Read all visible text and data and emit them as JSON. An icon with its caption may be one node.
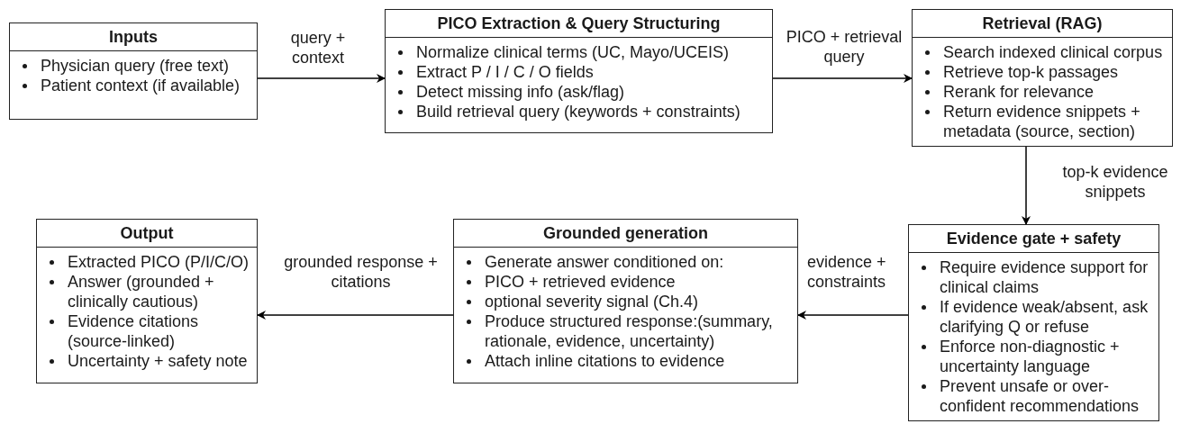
{
  "diagram": {
    "nodes": [
      {
        "text": [
          "Inputs",
          "Physician query (free text)",
          "Patient context (if available)"
        ]
      },
      {
        "text": [
          "PICO Extraction & Query Structuring",
          "Normalize clinical terms (UC, Mayo/UCEIS)",
          "Extract P / I / C / O fields",
          "Detect missing info (ask/flag)",
          "Build retrieval query (keywords + constraints)"
        ]
      },
      {
        "text": [
          "Retrieval (RAG)",
          "Search indexed clinical corpus",
          "Retrieve top-k passages",
          "Rerank for relevance",
          "Return evidence snippets + metadata (source, section)"
        ]
      },
      {
        "text": [
          "Output",
          "Extracted PICO (P/I/C/O)",
          "Answer (grounded + clinically cautious)",
          "Evidence citations (source-linked)",
          "Uncertainty + safety note"
        ]
      },
      {
        "text": [
          "Grounded generation",
          "Generate answer conditioned on:",
          "PICO + retrieved evidence",
          "optional severity signal (Ch.4)",
          "Produce structured response:(summary, rationale, evidence, uncertainty)",
          "Attach inline citations to evidence"
        ]
      },
      {
        "text": [
          "Evidence gate + safety",
          "Require evidence support for clinical claims",
          "If evidence weak/absent, ask clarifying Q or refuse",
          "Enforce non-diagnostic + uncertainty language",
          "Prevent unsafe or over-confident recommendations"
        ]
      }
    ],
    "edges": [
      {
        "from": 0,
        "to": 1,
        "arrow": "to",
        "label": "query + context"
      },
      {
        "from": 1,
        "to": 2,
        "arrow": "to",
        "label": "PICO + retrieval query"
      },
      {
        "from": 2,
        "to": 5,
        "arrow": "to",
        "label": "top-k evidence snippets"
      },
      {
        "from": 5,
        "to": 4,
        "arrow": "to",
        "label": "evidence + constraints"
      },
      {
        "from": 4,
        "to": 3,
        "arrow": "to",
        "label": "grounded response + citations"
      }
    ]
  }
}
